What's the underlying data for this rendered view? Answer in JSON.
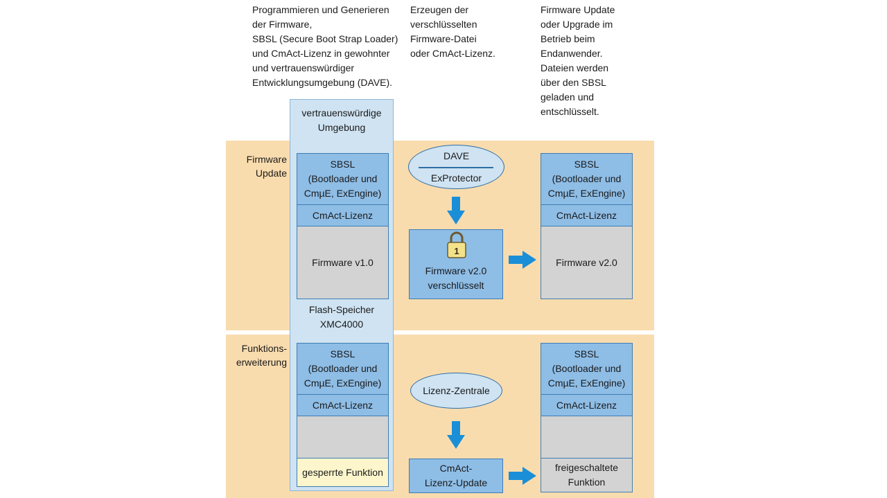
{
  "headers": {
    "col1": "Programmieren und Generieren\nder Firmware,\nSBSL (Secure Boot Strap Loader)\nund CmAct-Lizenz in gewohnter\nund vertrauenswürdiger\nEntwicklungsumgebung (DAVE).",
    "col2": "Erzeugen der\nverschlüsselten\nFirmware-Datei\noder CmAct-Lizenz.",
    "col3": "Firmware Update\noder Upgrade im\nBetrieb beim\nEndanwender.\nDateien werden\nüber den SBSL\ngeladen und\nentschlüsselt."
  },
  "rows": {
    "firmware_update": "Firmware\nUpdate",
    "funktionserweiterung": "Funktions-\nerweiterung"
  },
  "env": {
    "label": "vertrauenswürdige\nUmgebung",
    "flash": "Flash-Speicher\nXMC4000"
  },
  "blocks": {
    "sbsl": "SBSL\n(Bootloader und\nCmµE, ExEngine)",
    "cmact": "CmAct-Lizenz",
    "fw_v1": "Firmware v1.0",
    "fw_v2": "Firmware v2.0",
    "fw_v2_enc": "Firmware v2.0\nverschlüsselt",
    "gesperrt": "gesperrte Funktion",
    "freigeschaltet": "freigeschaltete\nFunktion",
    "lizenz_update": "CmAct-\nLizenz-Update"
  },
  "tools": {
    "dave": "DAVE",
    "exprotector": "ExProtector",
    "lizenz_zentrale": "Lizenz-Zentrale"
  },
  "icons": {
    "lock": "padlock-icon",
    "arrow_down": "arrow-down-icon",
    "arrow_right": "arrow-right-icon"
  },
  "colors": {
    "band": "#f9dcae",
    "env": "#cfe3f2",
    "block_blue": "#8ebde6",
    "block_gray": "#d3d3d3",
    "block_yellow": "#fdf6cc",
    "arrow": "#1a8fd8"
  }
}
